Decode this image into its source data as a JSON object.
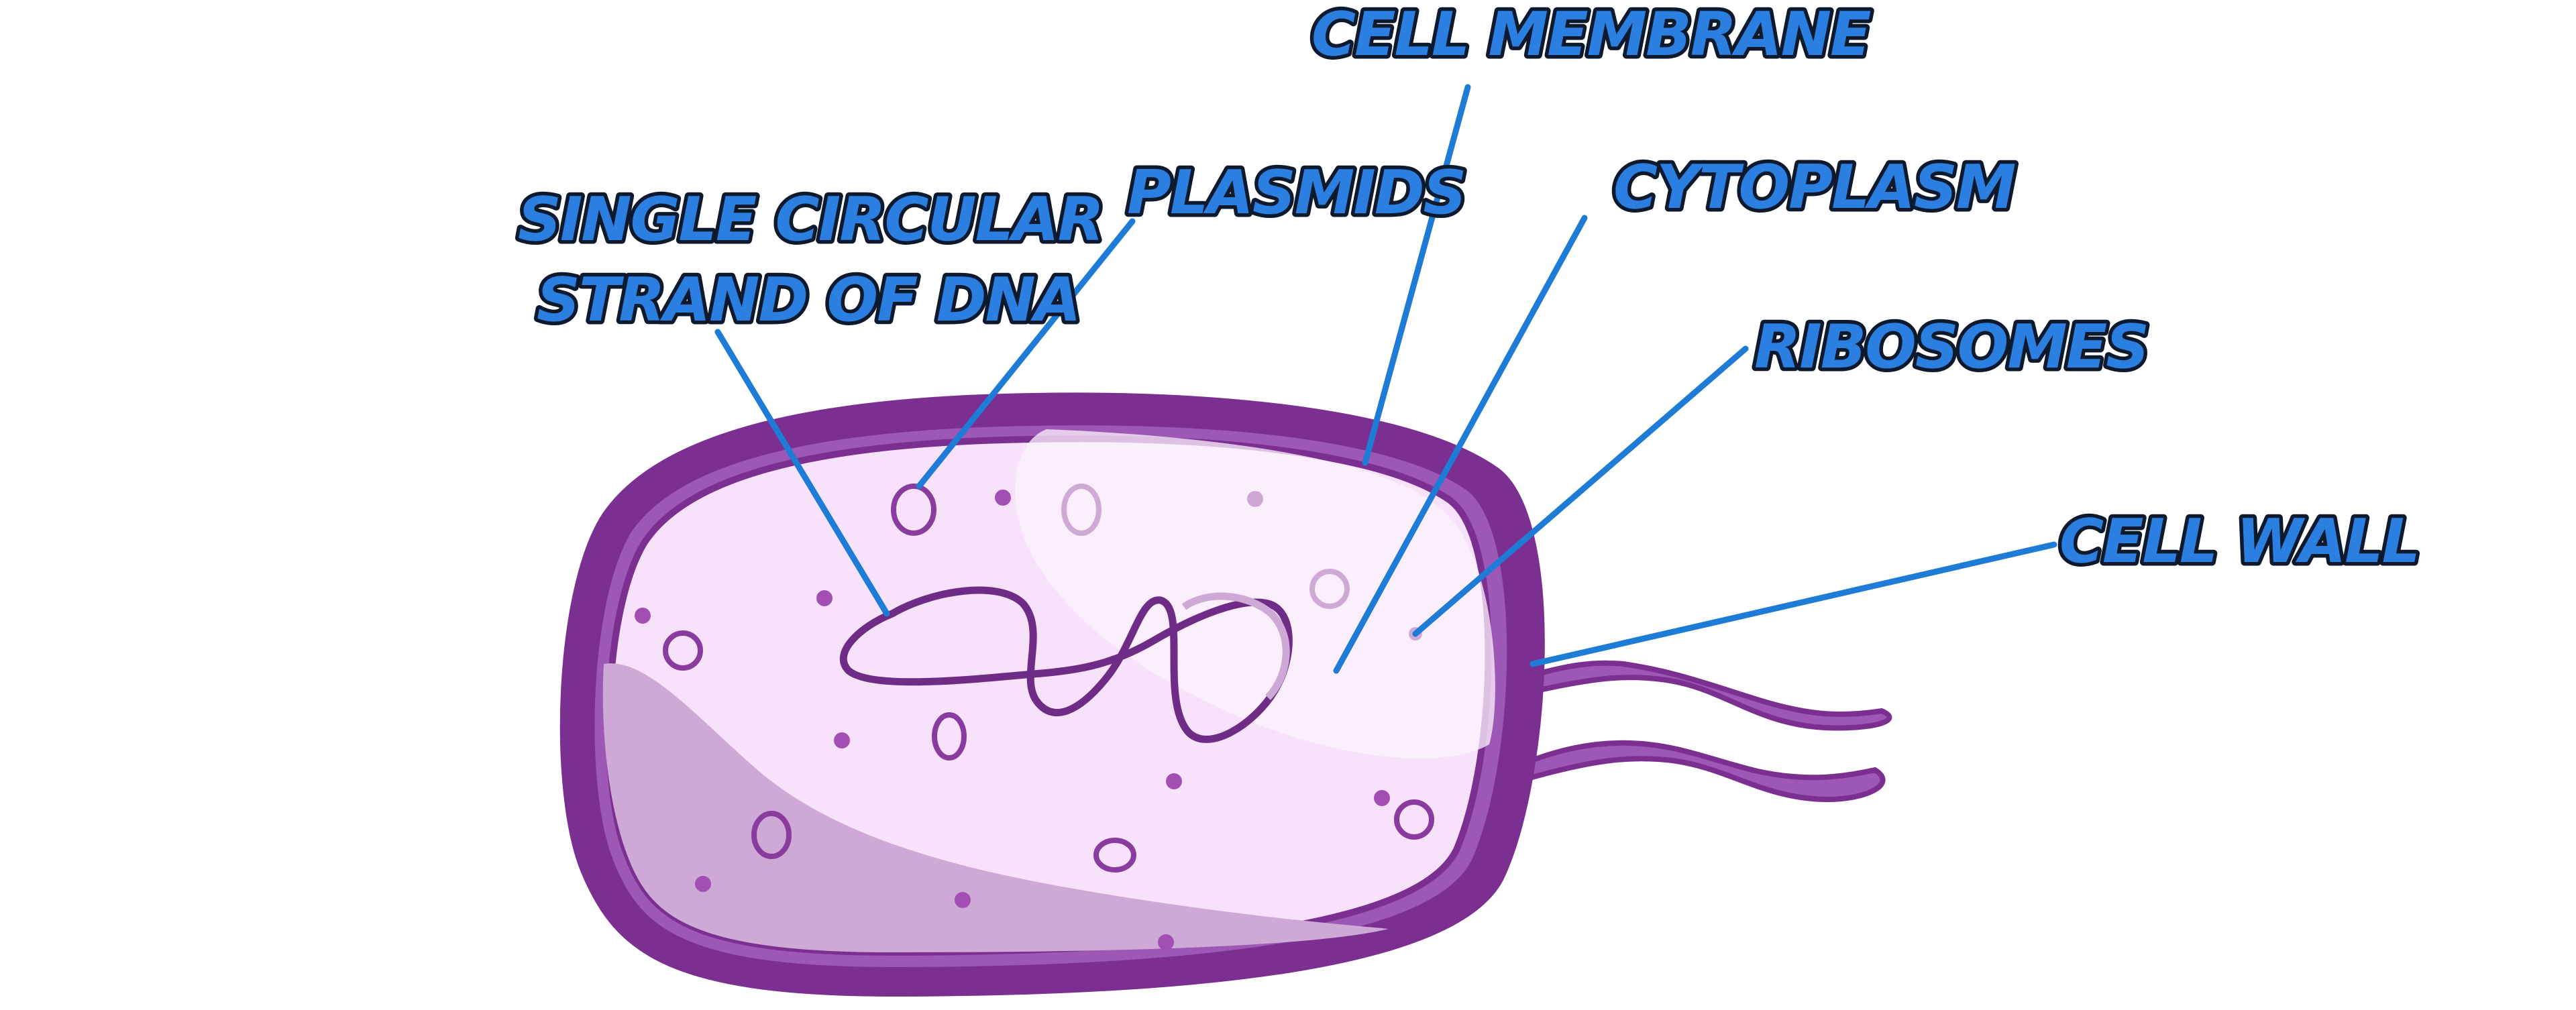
{
  "colors": {
    "label": "#2a7fe0",
    "leader": "#1e7bd6",
    "cell_wall": "#7b2f91",
    "cell_wall_light": "#9c58b4",
    "cytoplasm": "#f8e2fb",
    "cytoplasm_shadow": "#cfa9d5",
    "highlight": "#fdf3fe",
    "organelle": "#8a3c9e",
    "dna": "#6f2c86",
    "ribosome": "#a34eb3"
  },
  "labels": {
    "cell_membrane": "CELL MEMBRANE",
    "cytoplasm": "CYTOPLASM",
    "plasmids": "PLASMIDS",
    "dna_line1": "SINGLE CIRCULAR",
    "dna_line2": "STRAND OF DNA",
    "ribosomes": "RIBOSOMES",
    "cell_wall": "CELL WALL"
  }
}
